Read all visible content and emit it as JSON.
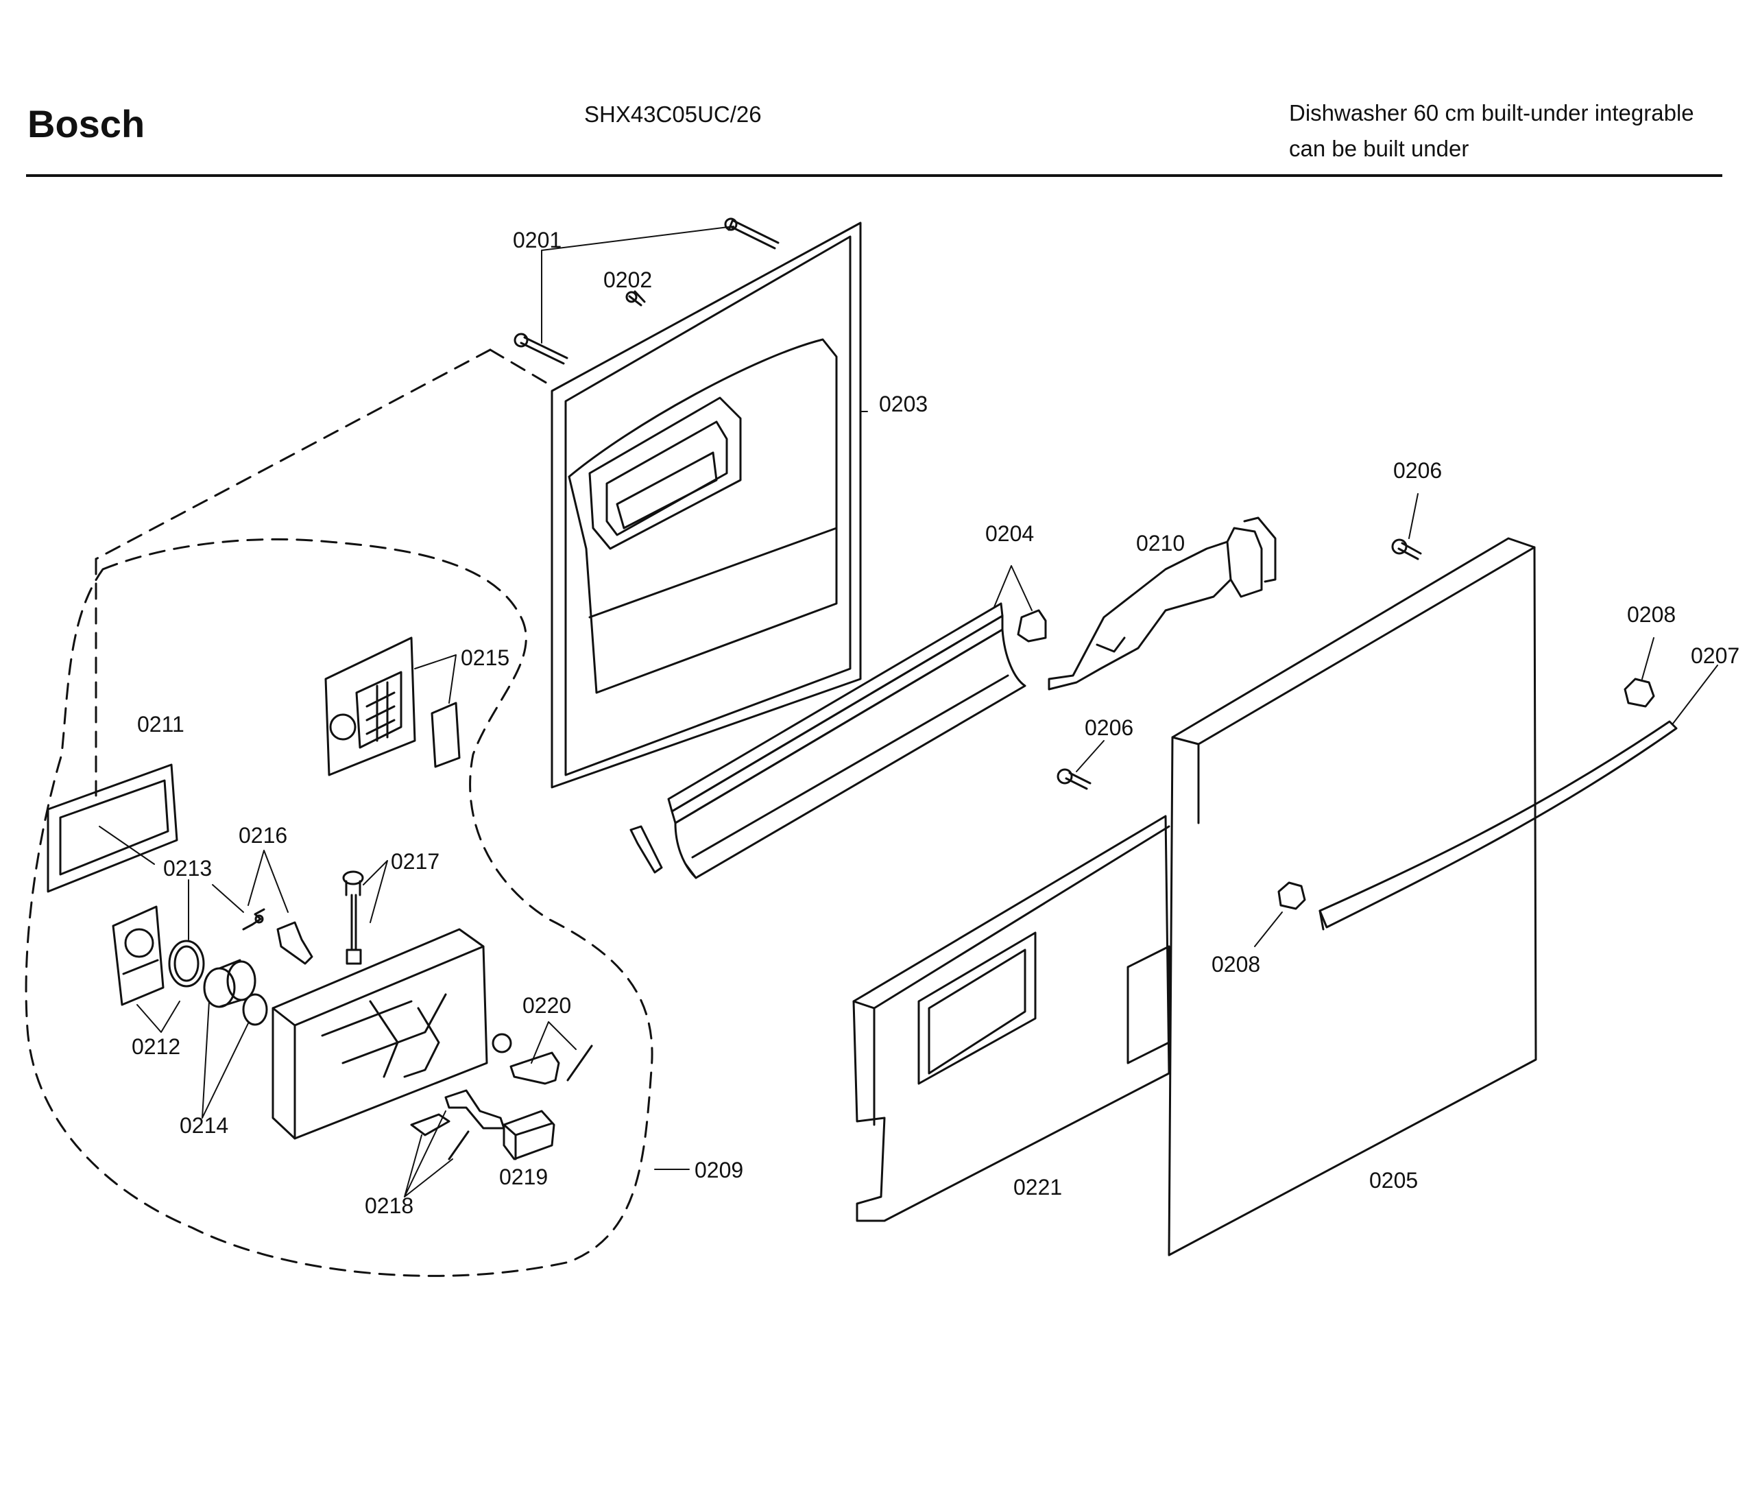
{
  "header": {
    "brand": "Bosch",
    "model": "SHX43C05UC/26",
    "description_line1": "Dishwasher 60 cm built-under integrable",
    "description_line2": "can be built under"
  },
  "parts": {
    "p0201": "0201",
    "p0202": "0202",
    "p0203": "0203",
    "p0204": "0204",
    "p0205": "0205",
    "p0206a": "0206",
    "p0206b": "0206",
    "p0207": "0207",
    "p0208a": "0208",
    "p0208b": "0208",
    "p0209": "0209",
    "p0210": "0210",
    "p0211": "0211",
    "p0212": "0212",
    "p0213": "0213",
    "p0214": "0214",
    "p0215": "0215",
    "p0216": "0216",
    "p0217": "0217",
    "p0218": "0218",
    "p0219": "0219",
    "p0220": "0220",
    "p0221": "0221"
  }
}
